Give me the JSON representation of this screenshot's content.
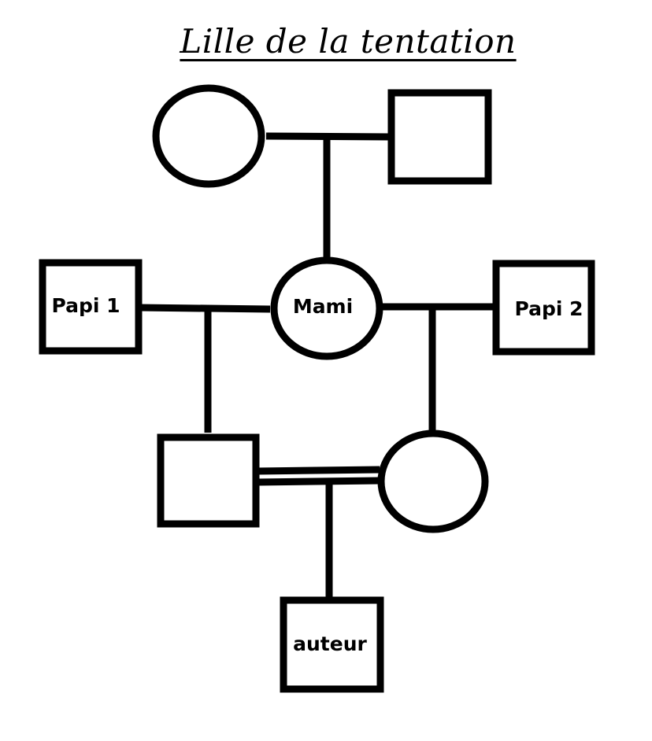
{
  "title": "Lille de la tentation",
  "nodes": {
    "papi1": "Papi 1",
    "mami": "Mami",
    "papi2": "Papi 2",
    "auteur": "auteur"
  }
}
